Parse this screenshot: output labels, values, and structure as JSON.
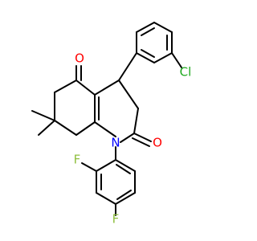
{
  "atoms": {
    "chlorine": {
      "label": "Cl",
      "color": "#1ba81b"
    },
    "oxygen_5": {
      "label": "O",
      "color": "#ff0000"
    },
    "oxygen_2": {
      "label": "O",
      "color": "#ff0000"
    },
    "nitrogen_1": {
      "label": "N",
      "color": "#0000ff"
    },
    "fluorine_2": {
      "label": "F",
      "color": "#8fbf3f"
    },
    "fluorine_4": {
      "label": "F",
      "color": "#8fbf3f"
    }
  },
  "colors": {
    "bond": "#000000",
    "background": "#ffffff"
  }
}
